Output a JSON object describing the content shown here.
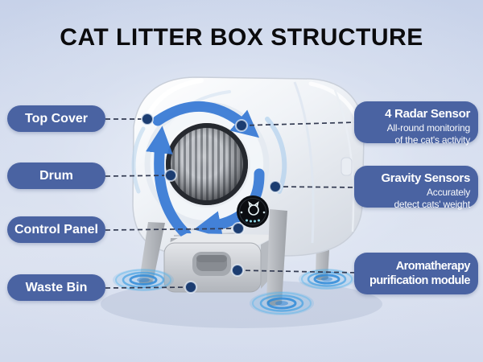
{
  "title": "CAT LITTER BOX STRUCTURE",
  "pills": [
    {
      "label": "Top Cover"
    },
    {
      "label": "Drum"
    },
    {
      "label": "Control Panel"
    },
    {
      "label": "Waste Bin"
    }
  ],
  "callouts": {
    "radar": {
      "heading": "4 Radar Sensor",
      "sub1": "All-round monitoring",
      "sub2": "of the cat's activity"
    },
    "gravity": {
      "heading": "Gravity Sensors",
      "sub1": "Accurately",
      "sub2": "detect cats' weight"
    },
    "aroma": {
      "line1": "Aromatherapy",
      "line2": "purification module"
    }
  },
  "colors": {
    "label_bg": "#4a63a2",
    "label_text": "#ffffff",
    "title_text": "#0b0b0d",
    "rotation_arrow": "#3b7cd6",
    "connector_dot": "#1c3d71",
    "connector_line": "#333b52",
    "radar_ripple": "#2f8bd8",
    "background_top": "#c7d2e9",
    "background_bottom": "#d2daec"
  }
}
